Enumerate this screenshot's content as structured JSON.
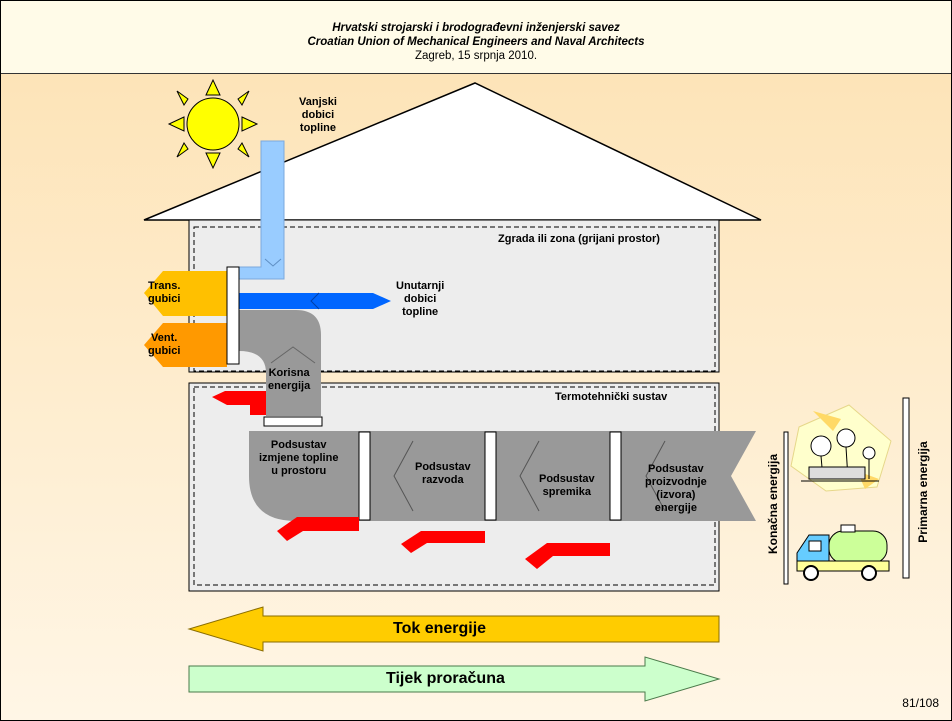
{
  "header": {
    "line1": "Hrvatski strojarski i brodograđevni inženjerski savez",
    "line2": "Croatian Union of Mechanical Engineers and Naval Architects",
    "line3": "Zagreb, 15 srpnja 2010."
  },
  "labels": {
    "external_gains": [
      "Vanjski",
      "dobici",
      "topline"
    ],
    "internal_gains": [
      "Unutarnji",
      "dobici",
      "topline"
    ],
    "zone": "Zgrada ili zona (grijani prostor)",
    "system": "Termotehnički sustav",
    "trans_losses": [
      "Trans.",
      "gubici"
    ],
    "vent_losses": [
      "Vent.",
      "gubici"
    ],
    "useful_energy": [
      "Korisna",
      "energija"
    ],
    "subsystem_emission": [
      "Podsustav",
      "izmjene topline",
      "u prostoru"
    ],
    "subsystem_distribution": [
      "Podsustav",
      "razvoda"
    ],
    "subsystem_storage": [
      "Podsustav",
      "spremika"
    ],
    "subsystem_generation": [
      "Podsustav",
      "proizvodnje",
      "(izvora)",
      "energije"
    ],
    "final_energy": "Konačna energija",
    "primary_energy": "Primarna energija",
    "energy_flow": "Tok energije",
    "calculation_flow": "Tijek proračuna"
  },
  "page": "81/108",
  "colors": {
    "sun": "#ffff00",
    "external_gains_arrow": "#99ccff",
    "internal_gains_arrow": "#0066ff",
    "trans_losses": "#ffc000",
    "vent_losses": "#ff9900",
    "energy_pipe": "#999999",
    "losses_red": "#ff0000",
    "energy_flow_arrow": "#ffcc00",
    "calculation_flow_arrow": "#ccffcc"
  },
  "icons": [
    "sun-icon",
    "power-plant-icon",
    "fuel-truck-icon"
  ]
}
